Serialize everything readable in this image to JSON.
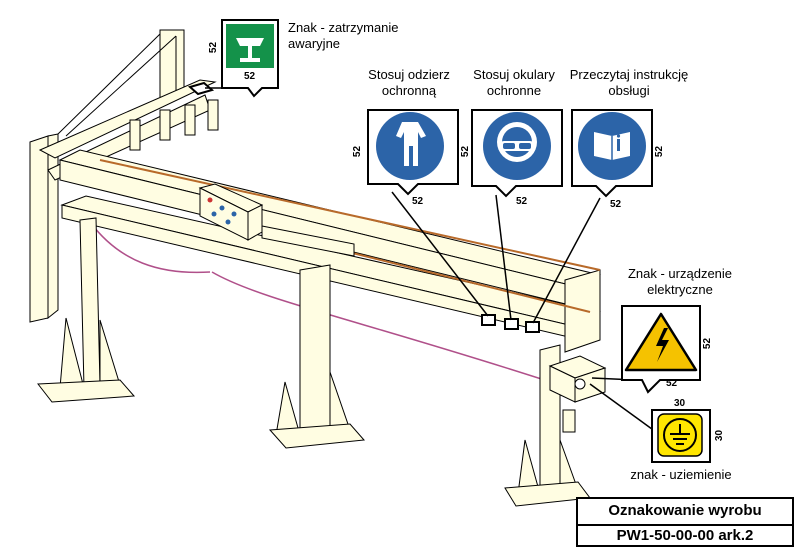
{
  "labels": {
    "emergency_stop": "Znak - zatrzymanie\nawaryjne",
    "wear_apron": "Stosuj odzierz\nochronną",
    "wear_goggles": "Stosuj okulary\nochronne",
    "read_manual": "Przeczytaj instrukcję\nobsługi",
    "electrical": "Znak - urządzenie\nelektryczne",
    "grounding": "znak - uziemienie"
  },
  "dimensions": {
    "d52": "52",
    "d30": "30"
  },
  "title_block": {
    "line1": "Oznakowanie wyrobu",
    "line2": "PW1-50-00-00 ark.2"
  },
  "colors": {
    "frame": "#fffde2",
    "mandatory_blue": "#2c64a8",
    "safe_green": "#14924a",
    "warning_yellow": "#f5c200",
    "ground_yellow": "#ffe600",
    "cable": "#b0508a",
    "belt": "#b86a2a"
  },
  "icons": [
    "emergency-stop-sign-icon",
    "apron-icon",
    "goggles-icon",
    "manual-icon",
    "high-voltage-icon",
    "ground-icon"
  ]
}
